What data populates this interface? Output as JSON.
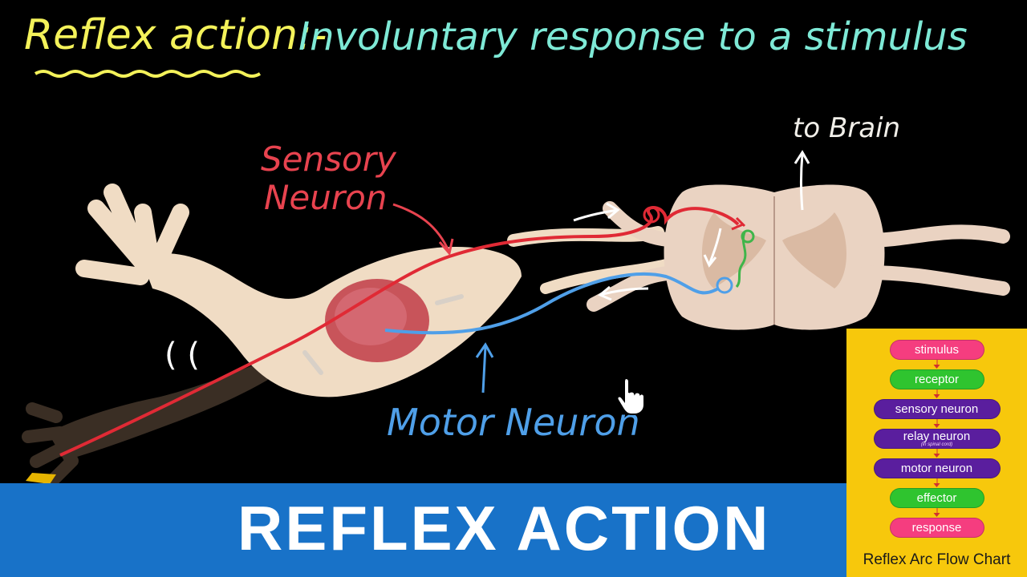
{
  "title": {
    "term": "Reflex action:-",
    "definition": "Involuntary response to a stimulus"
  },
  "labels": {
    "sensory_line1": "Sensory",
    "sensory_line2": "Neuron",
    "motor": "Motor Neuron",
    "brain": "to Brain",
    "motion_marks": "( ("
  },
  "banner": {
    "title": "REFLEX ACTION",
    "color": "#1872c8"
  },
  "flowchart": {
    "caption": "Reflex Arc Flow Chart",
    "background": "#f7c80c",
    "steps": [
      {
        "label": "stimulus",
        "color": "#f53d7f"
      },
      {
        "label": "receptor",
        "color": "#2fc42f"
      },
      {
        "label": "sensory neuron",
        "color": "#5a1e9e"
      },
      {
        "label": "relay neuron",
        "sub": "(in spinal cord)",
        "color": "#5a1e9e"
      },
      {
        "label": "motor neuron",
        "color": "#5a1e9e"
      },
      {
        "label": "effector",
        "color": "#2fc42f"
      },
      {
        "label": "response",
        "color": "#f53d7f"
      }
    ]
  },
  "colors": {
    "sensory": "#e8434f",
    "motor": "#4f9fe8",
    "relay": "#3fb54a",
    "skin": "#f0dcc4",
    "muscle": "#c8545a",
    "spinal_cord": "#ead3c2"
  }
}
